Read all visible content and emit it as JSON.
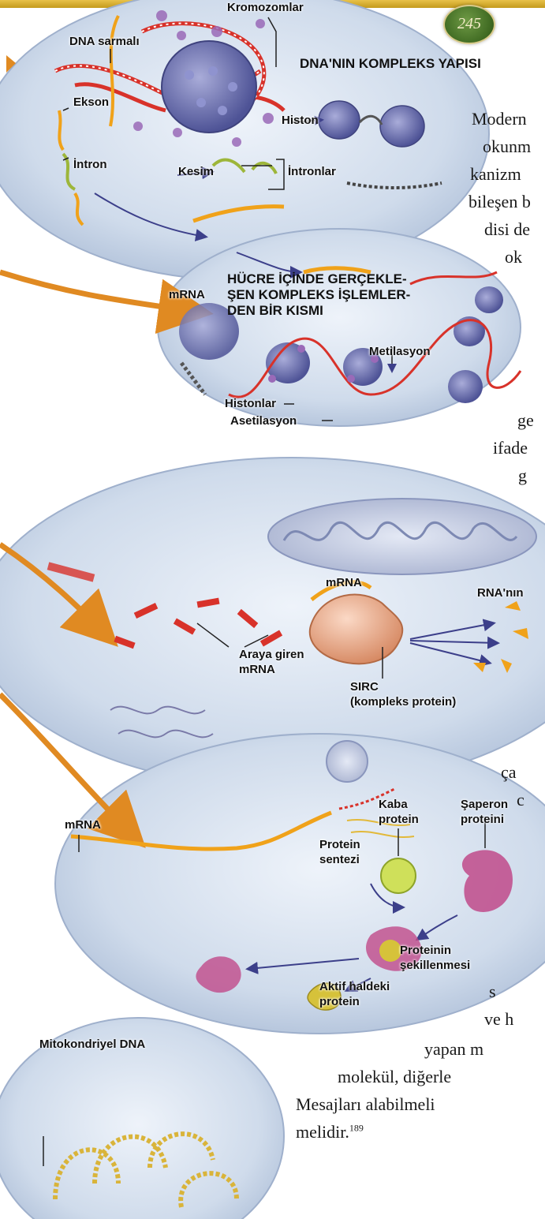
{
  "page_number": "245",
  "title": "DNA'NIN KOMPLEKS YAPISI",
  "subtitle_lines": [
    "HÜCRE İÇİNDE GERÇEKLE-",
    "ŞEN KOMPLEKS İŞLEMLER-",
    "DEN BİR KISMI"
  ],
  "labels": {
    "kromozomlar": "Kromozomlar",
    "dna_sarmali": "DNA sarmalı",
    "ekson": "Ekson",
    "intron": "İntron",
    "kesim": "Kesim",
    "intronlar": "İntronlar",
    "histon": "Histon",
    "mrna_1": "mRNA",
    "metilasyon": "Metilasyon",
    "histonlar": "Histonlar",
    "asetilasyon": "Asetilasyon",
    "mrna_2": "mRNA",
    "rna_nin": "RNA'nın",
    "araya_giren_1": "Araya giren",
    "araya_giren_2": "mRNA",
    "sirc_1": "SIRC",
    "sirc_2": "(kompleks protein)",
    "mrna_3": "mRNA",
    "kaba_1": "Kaba",
    "kaba_2": "protein",
    "saperon_1": "Şaperon",
    "saperon_2": "proteini",
    "protein_sentezi_1": "Protein",
    "protein_sentezi_2": "sentezi",
    "sekillenme_1": "Proteinin",
    "sekillenme_2": "şekillenmesi",
    "aktif_1": "Aktif haldeki",
    "aktif_2": "protein",
    "mito_dna": "Mitokondriyel DNA"
  },
  "body_text": {
    "l1": "Modern",
    "l2": "okunm",
    "l3": "kanizm",
    "l4": "bileşen b",
    "l5": "disi de",
    "l6": "ok",
    "l7": "ge",
    "l8": "ifade",
    "l9": "g",
    "l10": "ça",
    "l11": "c",
    "l12": "s",
    "l13": "ve h",
    "l14": "yapan m",
    "l15": "molekül, diğerle",
    "l16": "Mesajları alabilmeli",
    "l17": "melidir.",
    "l17_sup": "189"
  },
  "colors": {
    "cell_bg": "#c9d7ea",
    "dna_red": "#d8322a",
    "mrna_orange": "#f0a21a",
    "histone_blue": "#6f74b8",
    "arrow_orange": "#e08a22",
    "badge_green": "#4c7a2c"
  }
}
